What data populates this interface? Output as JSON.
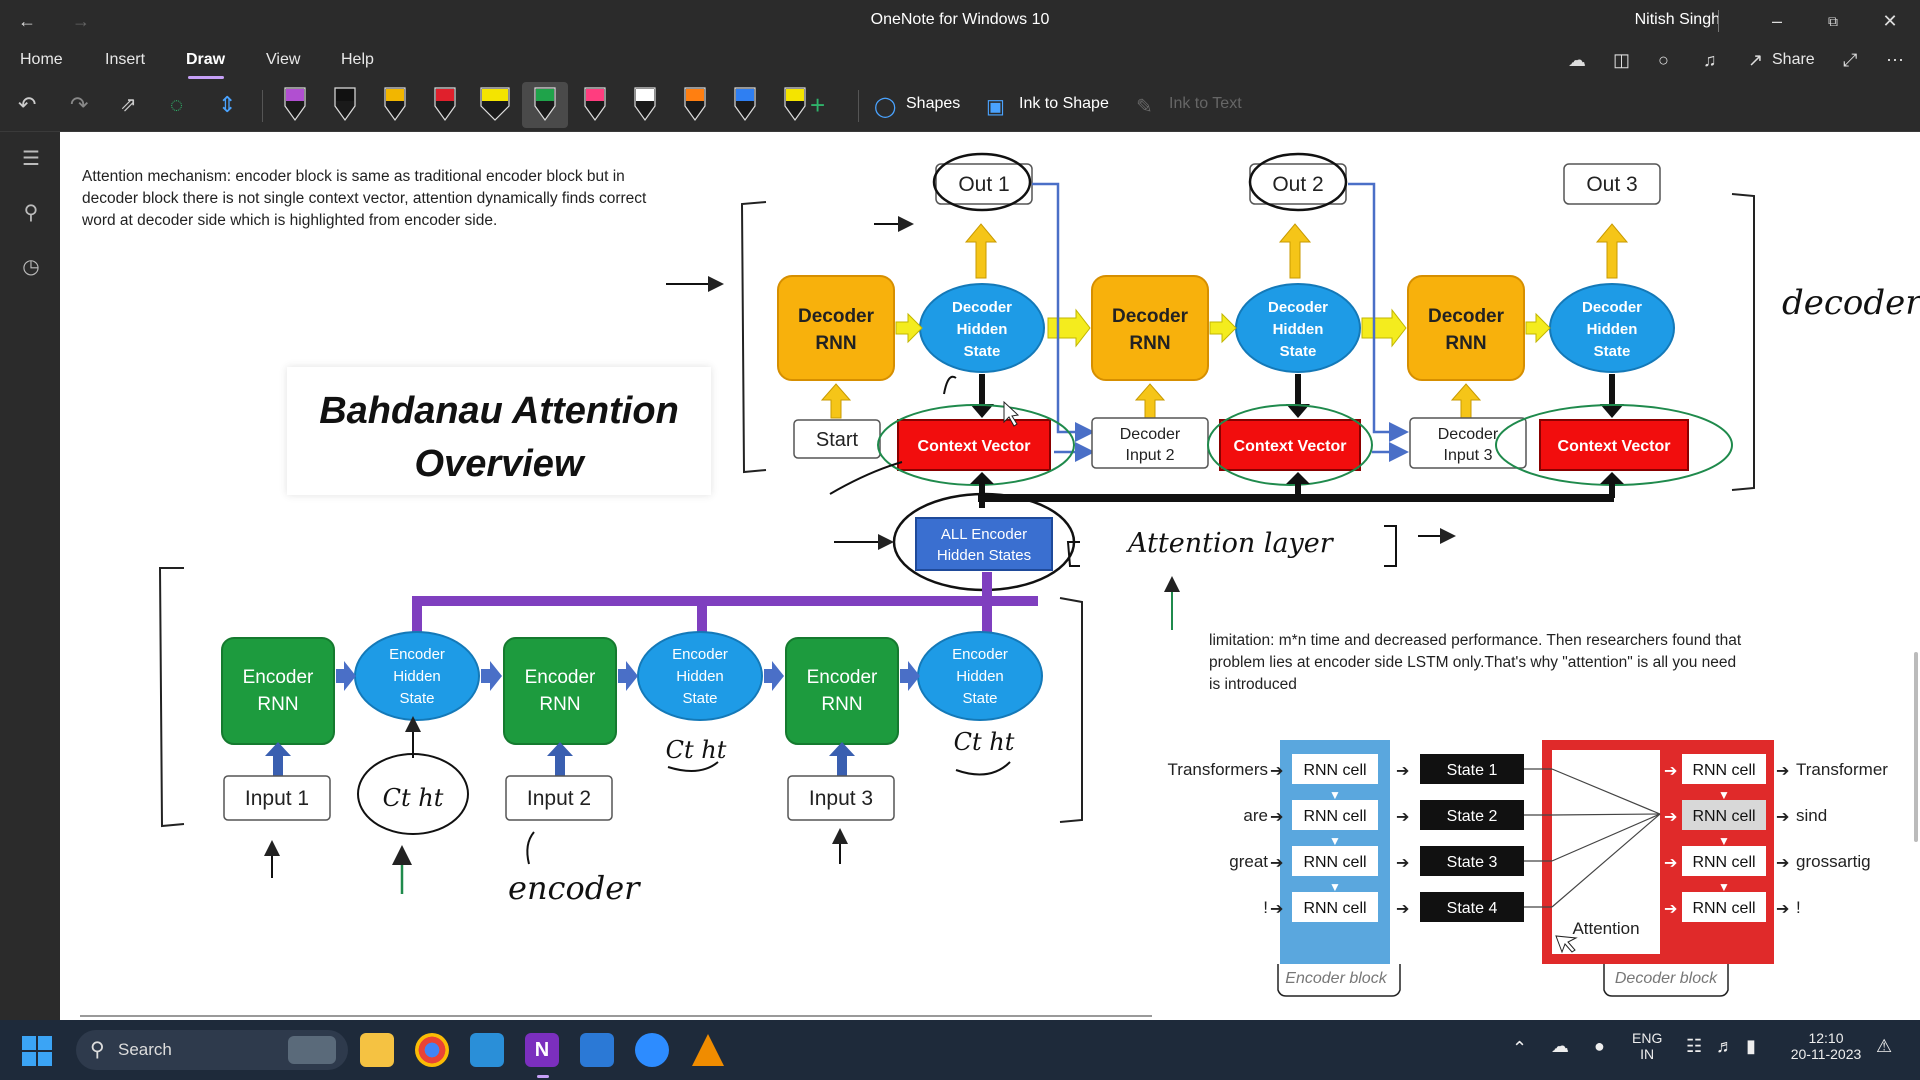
{
  "window": {
    "title": "OneNote for Windows 10",
    "user": "Nitish Singh"
  },
  "menu": {
    "items": [
      "Home",
      "Insert",
      "Draw",
      "View",
      "Help"
    ],
    "active": "Draw",
    "share_label": "Share"
  },
  "toolbar": {
    "shapes_label": "Shapes",
    "ink_to_shape_label": "Ink to Shape",
    "ink_to_text_label": "Ink to Text",
    "pens": [
      {
        "color": "#b14fd1",
        "kind": "marker"
      },
      {
        "color": "#111111",
        "kind": "pen"
      },
      {
        "color": "#f2b600",
        "kind": "pen"
      },
      {
        "color": "#e0202c",
        "kind": "pen"
      },
      {
        "color": "#f4e400",
        "kind": "highlighter"
      },
      {
        "color": "#1fa34a",
        "kind": "pen"
      },
      {
        "color": "#ff3d7f",
        "kind": "pen"
      },
      {
        "color": "#ffffff",
        "kind": "pen"
      },
      {
        "color": "#ff7f11",
        "kind": "pen"
      },
      {
        "color": "#2f7ff2",
        "kind": "pen"
      },
      {
        "color": "#f4e400",
        "kind": "pen"
      }
    ]
  },
  "notes": {
    "attention_note": "Attention mechanism: encoder block is same as traditional encoder block but in decoder block there is not single context vector, attention dynamically finds correct word at decoder side which is highlighted from encoder side.",
    "limitation_note": "limitation: m*n time and decreased performance. Then researchers found that problem lies at encoder side LSTM only.That's why \"attention\" is all you need is introduced"
  },
  "bahdanau": {
    "line1": "Bahdanau Attention",
    "line2": "Overview"
  },
  "decoder": {
    "outputs": [
      "Out 1",
      "Out 2",
      "Out 3"
    ],
    "rnn_line1": "Decoder",
    "rnn_line2": "RNN",
    "hidden_line1": "Decoder",
    "hidden_line2": "Hidden",
    "hidden_line3": "State",
    "context_label": "Context Vector",
    "start_label": "Start",
    "input2_line1": "Decoder",
    "input2_line2": "Input 2",
    "input3_line1": "Decoder",
    "input3_line2": "Input 3",
    "all_states_line1": "ALL Encoder",
    "all_states_line2": "Hidden States"
  },
  "encoder": {
    "rnn_line1": "Encoder",
    "rnn_line2": "RNN",
    "hidden_line1": "Encoder",
    "hidden_line2": "Hidden",
    "hidden_line3": "State",
    "inputs": [
      "Input 1",
      "Input 2",
      "Input 3"
    ]
  },
  "handwriting": {
    "decoder": "decoder",
    "encoder": "encoder",
    "attention_layer": "Attention layer",
    "ct_ht": "Ct ht"
  },
  "transformer_diagram": {
    "inputs": [
      "Transformers",
      "are",
      "great",
      "!"
    ],
    "rnn_cell": "RNN cell",
    "states": [
      "State 1",
      "State 2",
      "State 3",
      "State 4"
    ],
    "attention_label": "Attention",
    "outputs": [
      "Transformer",
      "sind",
      "grossartig",
      "!"
    ],
    "encoder_block": "Encoder block",
    "decoder_block": "Decoder block"
  },
  "taskbar": {
    "search_placeholder": "Search",
    "lang_line1": "ENG",
    "lang_line2": "IN",
    "time": "12:10",
    "date": "20-11-2023"
  }
}
